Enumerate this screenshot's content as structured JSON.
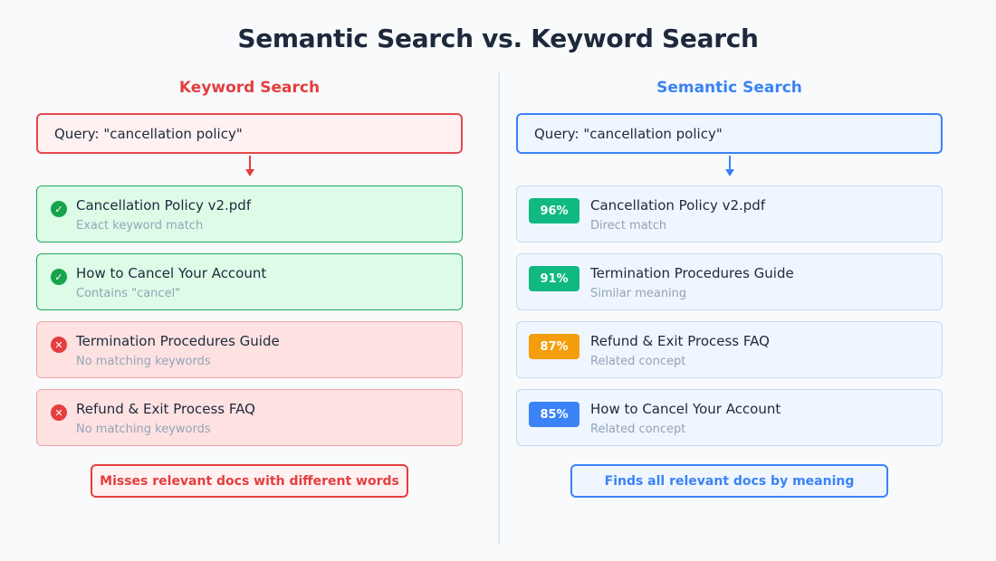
{
  "title": "Semantic Search vs. Keyword Search",
  "colors": {
    "keyword_accent": "#e53e3e",
    "semantic_accent": "#3b82f6",
    "match_green": "#16a34a",
    "score_green": "#10b981",
    "score_orange": "#f59e0b",
    "score_blue": "#3b82f6"
  },
  "keyword": {
    "heading": "Keyword Search",
    "query": "Query: \"cancellation policy\"",
    "results": [
      {
        "status": "match",
        "icon": "check-circle-icon",
        "title": "Cancellation Policy v2.pdf",
        "subtitle": "Exact keyword match"
      },
      {
        "status": "match",
        "icon": "check-circle-icon",
        "title": "How to Cancel Your Account",
        "subtitle": "Contains \"cancel\""
      },
      {
        "status": "miss",
        "icon": "x-circle-icon",
        "title": "Termination Procedures Guide",
        "subtitle": "No matching keywords"
      },
      {
        "status": "miss",
        "icon": "x-circle-icon",
        "title": "Refund & Exit Process FAQ",
        "subtitle": "No matching keywords"
      }
    ],
    "summary": "Misses relevant docs with different words"
  },
  "semantic": {
    "heading": "Semantic Search",
    "query": "Query: \"cancellation policy\"",
    "results": [
      {
        "score": "96%",
        "badge_color": "#10b981",
        "title": "Cancellation Policy v2.pdf",
        "subtitle": "Direct match"
      },
      {
        "score": "91%",
        "badge_color": "#10b981",
        "title": "Termination Procedures Guide",
        "subtitle": "Similar meaning"
      },
      {
        "score": "87%",
        "badge_color": "#f59e0b",
        "title": "Refund & Exit Process FAQ",
        "subtitle": "Related concept"
      },
      {
        "score": "85%",
        "badge_color": "#3b82f6",
        "title": "How to Cancel Your Account",
        "subtitle": "Related concept"
      }
    ],
    "summary": "Finds all relevant docs by meaning"
  }
}
